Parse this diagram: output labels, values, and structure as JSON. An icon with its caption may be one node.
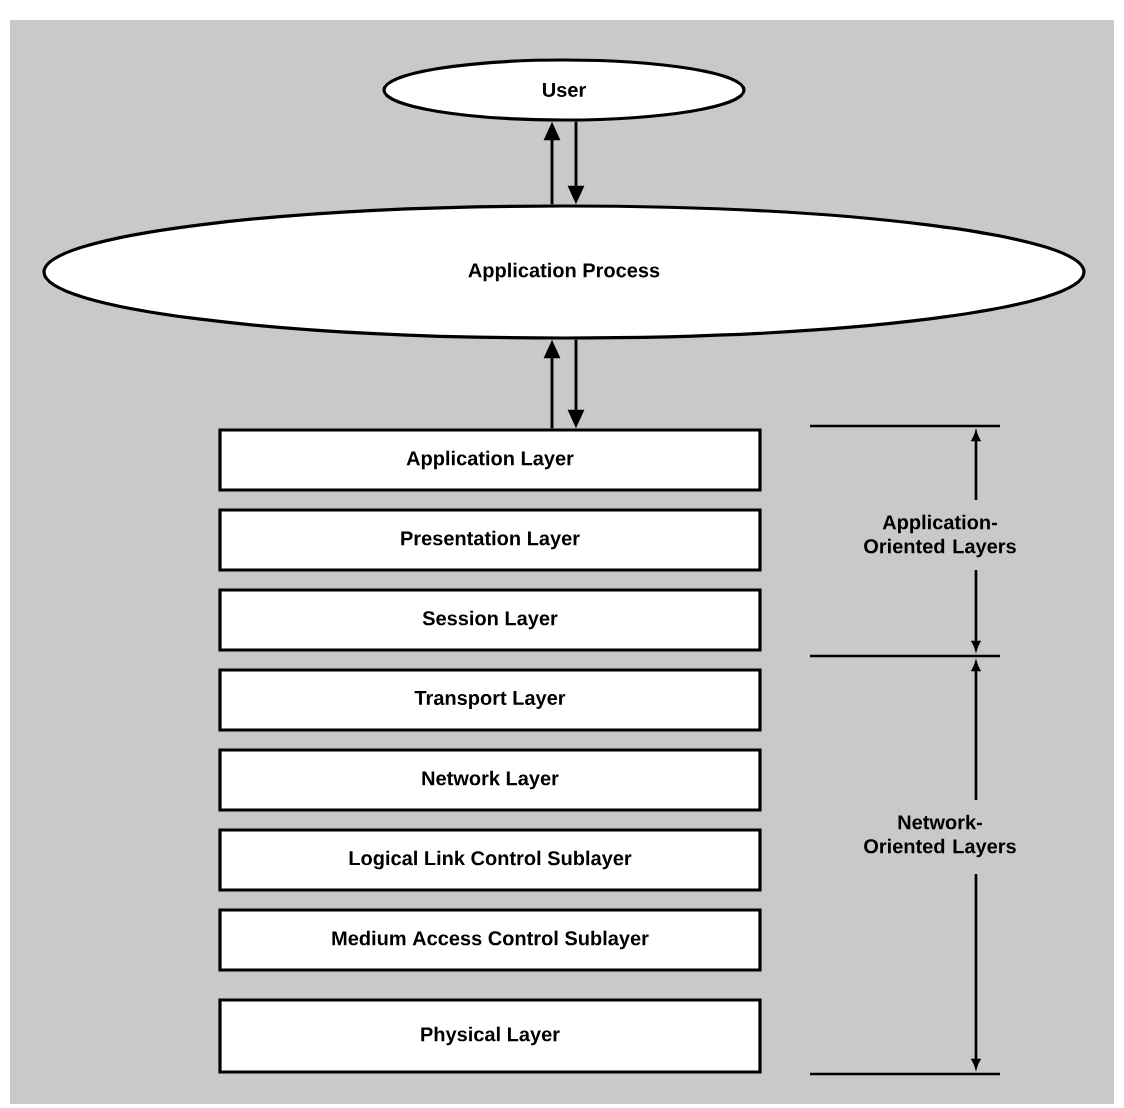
{
  "diagram": {
    "nodes": [
      {
        "text": [
          "User"
        ]
      },
      {
        "text": [
          "Application Process"
        ]
      },
      {
        "text": [
          "Application Layer"
        ]
      },
      {
        "text": [
          "Presentation Layer"
        ]
      },
      {
        "text": [
          "Session Layer"
        ]
      },
      {
        "text": [
          "Transport Layer"
        ]
      },
      {
        "text": [
          "Network Layer"
        ]
      },
      {
        "text": [
          "Logical Link Control Sublayer"
        ]
      },
      {
        "text": [
          "Medium Access Control Sublayer"
        ]
      },
      {
        "text": [
          "Physical Layer"
        ]
      }
    ],
    "edges": [
      {
        "from": 1,
        "to": 0,
        "arrow": "to"
      },
      {
        "from": 0,
        "to": 1,
        "arrow": "to"
      },
      {
        "from": 2,
        "to": 1,
        "arrow": "to"
      },
      {
        "from": 1,
        "to": 2,
        "arrow": "to"
      }
    ],
    "labels": [
      "Application-Oriented Layers",
      "Network-Oriented Layers"
    ]
  }
}
